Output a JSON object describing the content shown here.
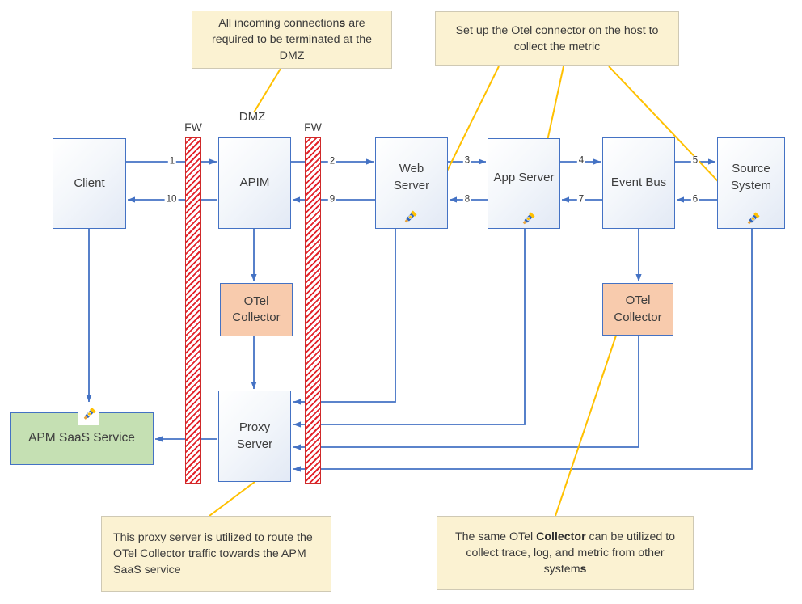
{
  "callouts": {
    "top_left": {
      "p1": "All incoming connection",
      "b1": "s",
      "p2": " are required to be terminated at the DMZ"
    },
    "top_right": {
      "p1": "Set up the Otel connector on the host to collect the metric"
    },
    "bottom_left": {
      "p1": "This proxy server is utilized to route the OTel Collector traffic towards the APM SaaS service"
    },
    "bottom_right": {
      "p1": "The same OTel ",
      "b1": "Collector",
      "p2": " can be utilized to collect trace, log, and metric from other system",
      "b2": "s"
    }
  },
  "labels": {
    "dmz": "DMZ",
    "fw_left": "FW",
    "fw_right": "FW"
  },
  "nodes": {
    "client": "Client",
    "apim": "APIM",
    "web_server": "Web Server",
    "app_server": "App Server",
    "event_bus": "Event Bus",
    "source_system": "Source System",
    "otel_collector_dmz": "OTel Collector",
    "otel_collector_internal": "OTel Collector",
    "proxy_server": "Proxy Server",
    "apm_saas": "APM SaaS Service"
  },
  "flow_numbers": [
    "1",
    "2",
    "3",
    "4",
    "5",
    "6",
    "7",
    "8",
    "9",
    "10"
  ],
  "icons": {
    "connector": "otel-connector-icon"
  },
  "colors": {
    "line_blue": "#4472C4",
    "leader_yellow": "#FFC000",
    "firewall_red": "#E3242B",
    "callout_fill": "#FBF2D2",
    "otel_fill": "#F8CBAD",
    "apm_fill": "#C5E0B3"
  }
}
